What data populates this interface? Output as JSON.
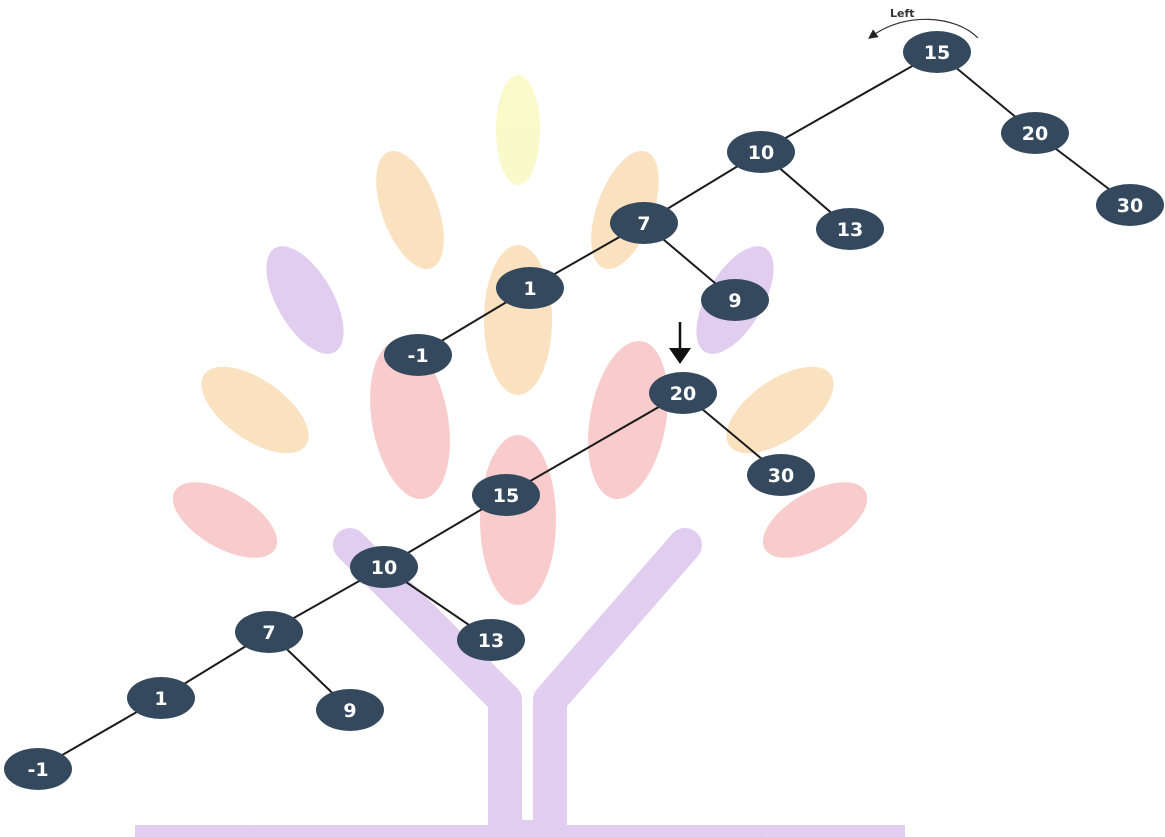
{
  "colors": {
    "node_fill": "#34495e",
    "node_text": "#ffffff",
    "edge": "#1b1b1b",
    "watermark_purple": "#c9a6e3",
    "watermark_orange": "#f7c98b",
    "watermark_red": "#f4a3a3",
    "watermark_yellow": "#f6f5a0"
  },
  "watermark": {
    "icon": "tree-logo-watermark"
  },
  "rotation_annotation": {
    "label": "Left",
    "icon": "curved-arrow-left-icon"
  },
  "transition_indicator": {
    "icon": "down-arrow-icon"
  },
  "trees": [
    {
      "name": "before-rotation",
      "nodes": [
        {
          "id": "a15",
          "label": "15"
        },
        {
          "id": "a20",
          "label": "20"
        },
        {
          "id": "a30",
          "label": "30"
        },
        {
          "id": "a10",
          "label": "10"
        },
        {
          "id": "a13",
          "label": "13"
        },
        {
          "id": "a7",
          "label": "7"
        },
        {
          "id": "a9",
          "label": "9"
        },
        {
          "id": "a1",
          "label": "1"
        },
        {
          "id": "am1",
          "label": "-1"
        }
      ],
      "edges": [
        [
          "a15",
          "a10"
        ],
        [
          "a15",
          "a20"
        ],
        [
          "a20",
          "a30"
        ],
        [
          "a10",
          "a7"
        ],
        [
          "a10",
          "a13"
        ],
        [
          "a7",
          "a1"
        ],
        [
          "a7",
          "a9"
        ],
        [
          "a1",
          "am1"
        ]
      ]
    },
    {
      "name": "after-rotation",
      "nodes": [
        {
          "id": "b20",
          "label": "20"
        },
        {
          "id": "b30",
          "label": "30"
        },
        {
          "id": "b15",
          "label": "15"
        },
        {
          "id": "b10",
          "label": "10"
        },
        {
          "id": "b13",
          "label": "13"
        },
        {
          "id": "b7",
          "label": "7"
        },
        {
          "id": "b9",
          "label": "9"
        },
        {
          "id": "b1",
          "label": "1"
        },
        {
          "id": "bm1",
          "label": "-1"
        }
      ],
      "edges": [
        [
          "b20",
          "b15"
        ],
        [
          "b20",
          "b30"
        ],
        [
          "b15",
          "b10"
        ],
        [
          "b10",
          "b7"
        ],
        [
          "b10",
          "b13"
        ],
        [
          "b7",
          "b1"
        ],
        [
          "b7",
          "b9"
        ],
        [
          "b1",
          "bm1"
        ]
      ]
    }
  ]
}
